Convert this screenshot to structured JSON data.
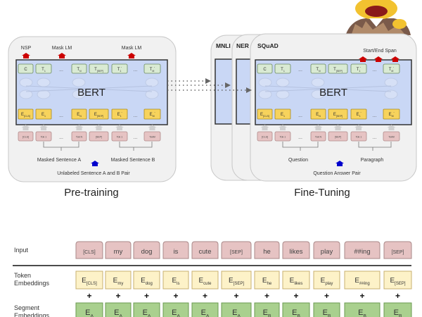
{
  "pretraining": {
    "title": "Pre-training",
    "model": "BERT",
    "heads": [
      "NSP",
      "Mask LM",
      "Mask LM"
    ],
    "outputs": [
      {
        "m": "C"
      },
      {
        "m": "T",
        "s": "1"
      },
      {
        "m": "..."
      },
      {
        "m": "T",
        "s": "N"
      },
      {
        "m": "T",
        "s": "[SEP]"
      },
      {
        "m": "T",
        "s": "1",
        "p": "'"
      },
      {
        "m": "..."
      },
      {
        "m": "T",
        "s": "M",
        "p": "'"
      }
    ],
    "embeddings": [
      {
        "m": "E",
        "s": "[CLS]"
      },
      {
        "m": "E",
        "s": "1"
      },
      {
        "m": "..."
      },
      {
        "m": "E",
        "s": "N"
      },
      {
        "m": "E",
        "s": "[SEP]"
      },
      {
        "m": "E",
        "s": "1",
        "p": "'"
      },
      {
        "m": "..."
      },
      {
        "m": "E",
        "s": "M",
        "p": "'"
      }
    ],
    "tokens": [
      "[CLS]",
      "Tok 1",
      "...",
      "Tok N",
      "[SEP]",
      "Tok 1",
      "...",
      "TokM"
    ],
    "segment_a": "Masked Sentence A",
    "segment_b": "Masked Sentence B",
    "input": "Unlabeled Sentence A and B Pair"
  },
  "finetuning": {
    "title": "Fine-Tuning",
    "tasks": [
      "MNLI",
      "NER",
      "SQuAD"
    ],
    "model": "BERT",
    "head": "Start/End Span",
    "segment_a": "Question",
    "segment_b": "Paragraph",
    "input": "Question Answer Pair"
  },
  "embeddings_table": {
    "labels": {
      "input": "Input",
      "token": [
        "Token",
        "Embeddings"
      ],
      "segment": [
        "Segment",
        "Embeddings"
      ]
    },
    "input_tokens": [
      "[CLS]",
      "my",
      "dog",
      "is",
      "cute",
      "[SEP]",
      "he",
      "likes",
      "play",
      "##ing",
      "[SEP]"
    ],
    "token_embeddings": [
      {
        "m": "E",
        "s": "[CLS]"
      },
      {
        "m": "E",
        "s": "my"
      },
      {
        "m": "E",
        "s": "dog"
      },
      {
        "m": "E",
        "s": "is"
      },
      {
        "m": "E",
        "s": "cute"
      },
      {
        "m": "E",
        "s": "[SEP]"
      },
      {
        "m": "E",
        "s": "he"
      },
      {
        "m": "E",
        "s": "likes"
      },
      {
        "m": "E",
        "s": "play"
      },
      {
        "m": "E",
        "s": "##ing"
      },
      {
        "m": "E",
        "s": "[SEP]"
      }
    ],
    "segment_embeddings": [
      {
        "m": "E",
        "s": "A"
      },
      {
        "m": "E",
        "s": "A"
      },
      {
        "m": "E",
        "s": "A"
      },
      {
        "m": "E",
        "s": "A"
      },
      {
        "m": "E",
        "s": "A"
      },
      {
        "m": "E",
        "s": "A"
      },
      {
        "m": "E",
        "s": "B"
      },
      {
        "m": "E",
        "s": "B"
      },
      {
        "m": "E",
        "s": "B"
      },
      {
        "m": "E",
        "s": "B"
      },
      {
        "m": "E",
        "s": "B"
      }
    ],
    "plus": "+"
  },
  "colors": {
    "bert_bg": "#c9d7f5",
    "output": "#d9ead3",
    "embedding": "#f7d35c",
    "token": "#e6c3c3",
    "head_arrow": "#cc0000",
    "input_arrow": "#0000cc",
    "panel": "#efefef",
    "token_emb": "#fdf2c8",
    "segment_emb": "#a9d08e"
  }
}
